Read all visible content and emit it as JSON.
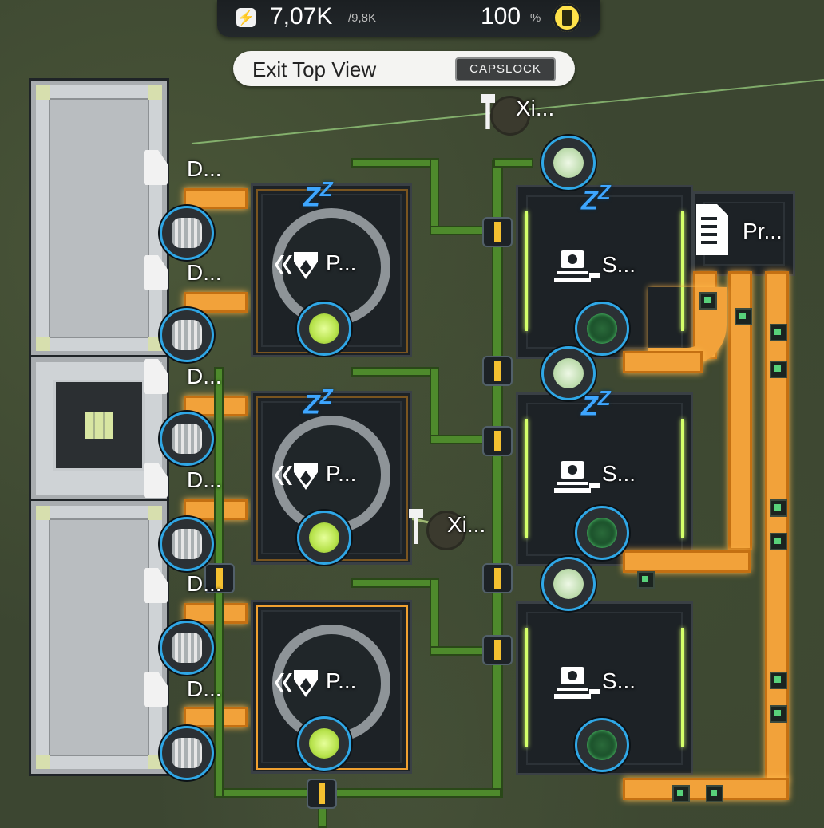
{
  "hud": {
    "power_value": "7,07K",
    "power_capacity": "/9,8K",
    "percent_value": "100",
    "percent_symbol": "%",
    "power_icon": "lightning-icon",
    "energy_icon": "battery-icon"
  },
  "top_view": {
    "exit_label": "Exit Top View",
    "key_label": "CAPSLOCK"
  },
  "labels": {
    "depot_short": "D...",
    "refiner_short": "P...",
    "shredder_short": "S...",
    "pylon_short": "Xi...",
    "protocol_short": "Pr..."
  },
  "colors": {
    "accent_blue": "#2fa7e6",
    "belt_orange": "#f2a23a",
    "pipe_green": "#4e8a2c",
    "sleep_blue": "#3ea6ff"
  }
}
